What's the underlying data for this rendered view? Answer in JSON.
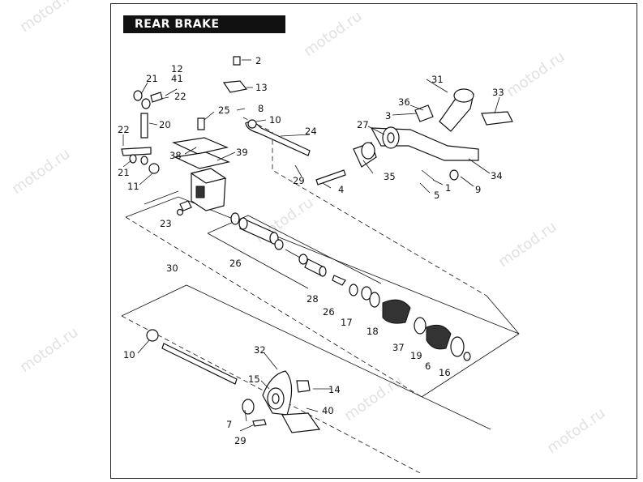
{
  "title": "REAR BRAKE CONTROL",
  "watermark": "motod.ru",
  "callouts": [
    "1",
    "2",
    "3",
    "4",
    "5",
    "6",
    "7",
    "8",
    "9",
    "10",
    "10",
    "11",
    "12",
    "13",
    "14",
    "15",
    "16",
    "17",
    "18",
    "19",
    "20",
    "21",
    "21",
    "22",
    "22",
    "23",
    "24",
    "25",
    "26",
    "26",
    "27",
    "28",
    "29",
    "29",
    "30",
    "31",
    "32",
    "33",
    "34",
    "35",
    "36",
    "37",
    "38",
    "39",
    "40",
    "41"
  ]
}
